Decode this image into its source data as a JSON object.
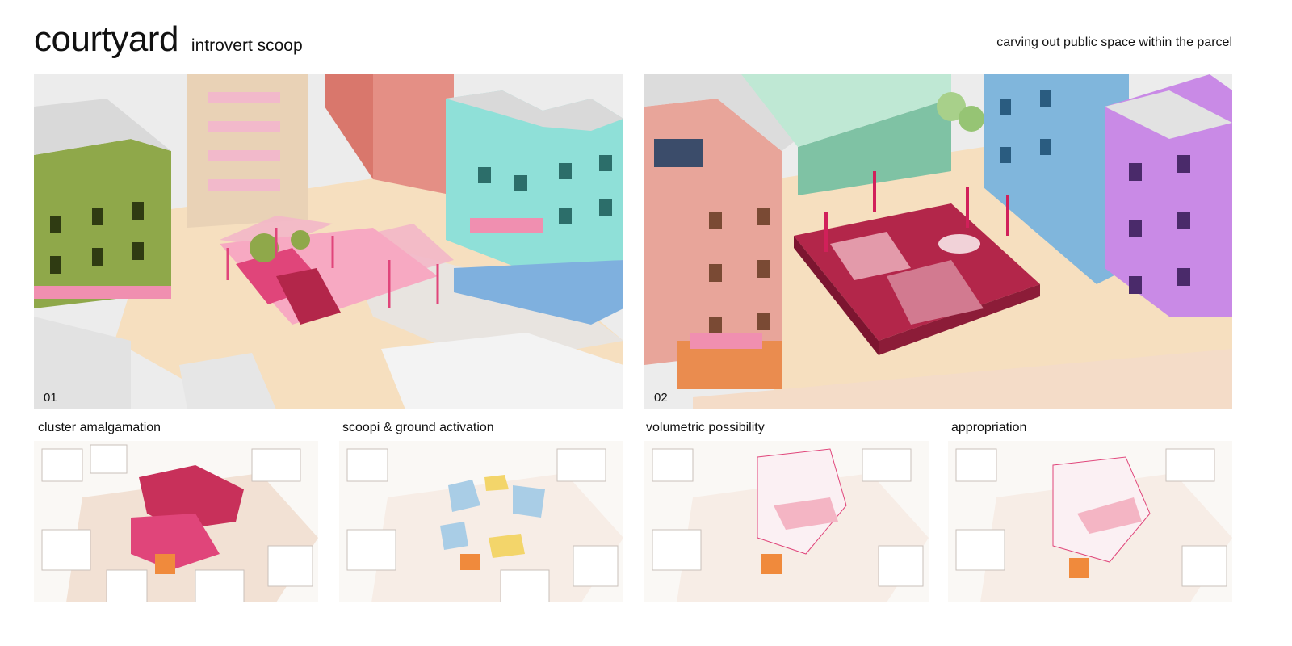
{
  "header": {
    "title": "courtyard",
    "subtitle": "introvert scoop",
    "tagline": "carving out public space within the parcel"
  },
  "panels": [
    {
      "number": "01"
    },
    {
      "number": "02"
    }
  ],
  "steps": [
    {
      "label": "cluster amalgamation"
    },
    {
      "label": "scoopi & ground activation"
    },
    {
      "label": "volumetric possibility"
    },
    {
      "label": "appropriation"
    }
  ],
  "colors": {
    "accent_pink": "#e0457a",
    "crimson": "#b3264a",
    "olive_green": "#8fa84a",
    "mint": "#8fe0d8",
    "sky_blue": "#7fb0de",
    "lavender": "#c98ae6",
    "salmon": "#e08080",
    "sand": "#f3dcc0"
  }
}
